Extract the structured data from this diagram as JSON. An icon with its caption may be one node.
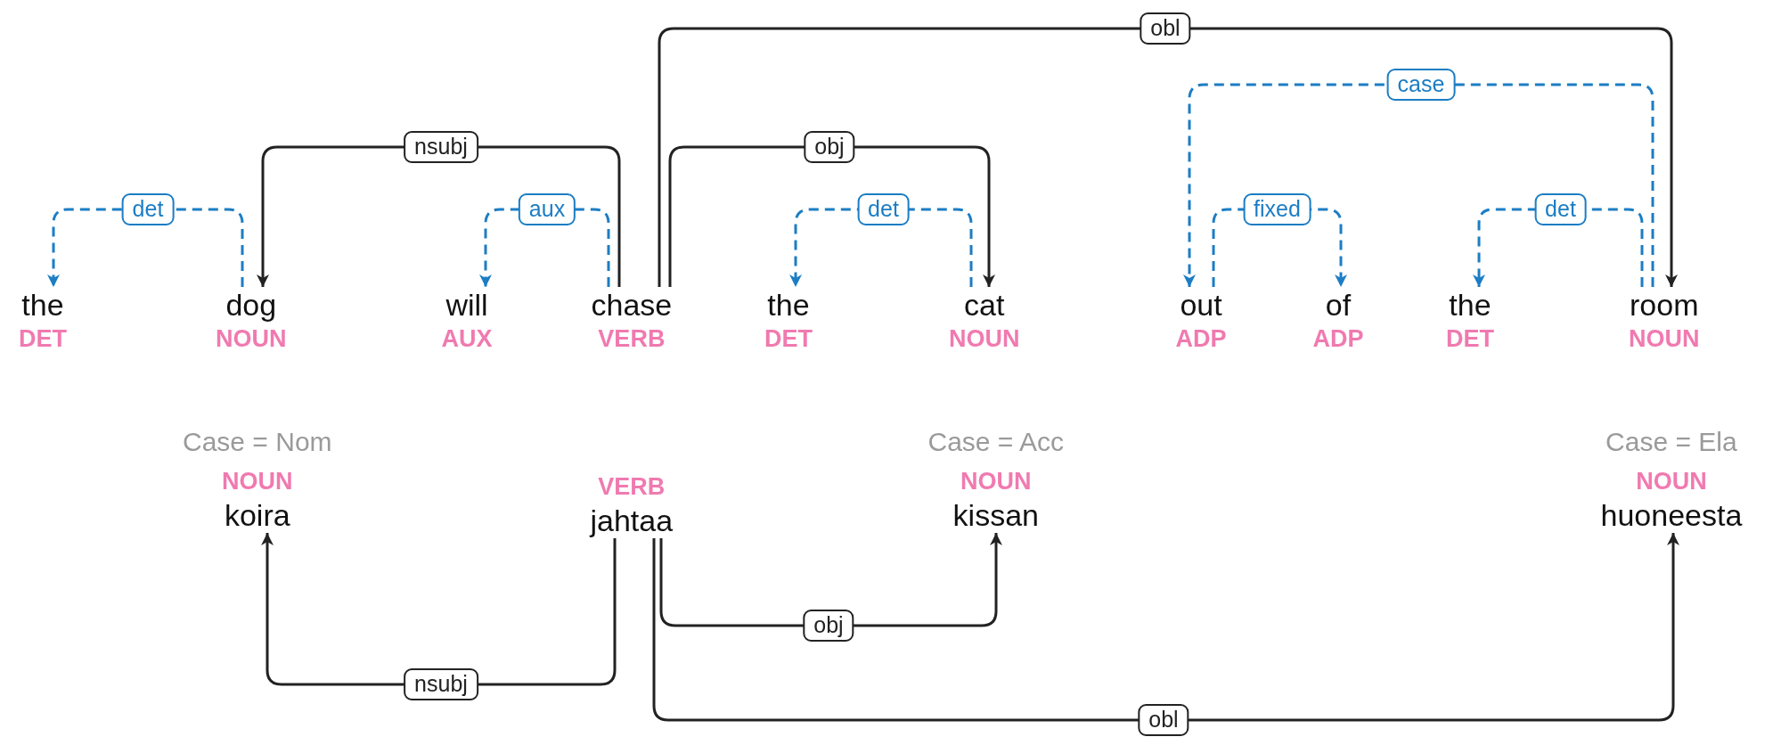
{
  "diagram": {
    "nodes": [
      {
        "text": [
          "the",
          "DET"
        ]
      },
      {
        "text": [
          "dog",
          "NOUN"
        ]
      },
      {
        "text": [
          "will",
          "AUX"
        ]
      },
      {
        "text": [
          "chase",
          "VERB"
        ]
      },
      {
        "text": [
          "the",
          "DET"
        ]
      },
      {
        "text": [
          "cat",
          "NOUN"
        ]
      },
      {
        "text": [
          "out",
          "ADP"
        ]
      },
      {
        "text": [
          "of",
          "ADP"
        ]
      },
      {
        "text": [
          "the",
          "DET"
        ]
      },
      {
        "text": [
          "room",
          "NOUN"
        ]
      },
      {
        "text": [
          "Case = Nom",
          "NOUN",
          "koira"
        ]
      },
      {
        "text": [
          "VERB",
          "jahtaa"
        ]
      },
      {
        "text": [
          "Case = Acc",
          "NOUN",
          "kissan"
        ]
      },
      {
        "text": [
          "Case = Ela",
          "NOUN",
          "huoneesta"
        ]
      }
    ],
    "edges": [
      {
        "from": 1,
        "to": 0,
        "arrow": "to",
        "label": "det",
        "style": "dashed",
        "color": "#1c7dc4"
      },
      {
        "from": 3,
        "to": 1,
        "arrow": "to",
        "label": "nsubj",
        "color": "#222222"
      },
      {
        "from": 3,
        "to": 2,
        "arrow": "to",
        "label": "aux",
        "style": "dashed",
        "color": "#1c7dc4"
      },
      {
        "from": 3,
        "to": 5,
        "arrow": "to",
        "label": "obj",
        "color": "#222222"
      },
      {
        "from": 3,
        "to": 9,
        "arrow": "to",
        "label": "obl",
        "color": "#222222"
      },
      {
        "from": 5,
        "to": 4,
        "arrow": "to",
        "label": "det",
        "style": "dashed",
        "color": "#1c7dc4"
      },
      {
        "from": 9,
        "to": 6,
        "arrow": "to",
        "label": "case",
        "style": "dashed",
        "color": "#1c7dc4"
      },
      {
        "from": 6,
        "to": 7,
        "arrow": "to",
        "label": "fixed",
        "style": "dashed",
        "color": "#1c7dc4"
      },
      {
        "from": 9,
        "to": 8,
        "arrow": "to",
        "label": "det",
        "style": "dashed",
        "color": "#1c7dc4"
      },
      {
        "from": 11,
        "to": 10,
        "arrow": "to",
        "label": "nsubj",
        "color": "#222222"
      },
      {
        "from": 11,
        "to": 12,
        "arrow": "to",
        "label": "obj",
        "color": "#222222"
      },
      {
        "from": 11,
        "to": 13,
        "arrow": "to",
        "label": "obl",
        "color": "#222222"
      }
    ]
  }
}
